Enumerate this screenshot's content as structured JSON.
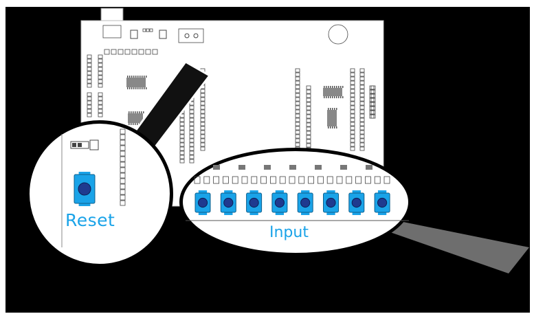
{
  "colors": {
    "background": "#000000",
    "board": "#ffffff",
    "component_outline": "#444444",
    "button_body": "#1aa3e8",
    "button_knob": "#1f3a8f",
    "label": "#1aa3e8",
    "pointer_dark": "#000000",
    "pointer_gray": "#6e6e6e"
  },
  "callouts": {
    "reset": {
      "label": "Reset",
      "button_count": 1
    },
    "input": {
      "label": "Input",
      "button_count": 8
    }
  }
}
